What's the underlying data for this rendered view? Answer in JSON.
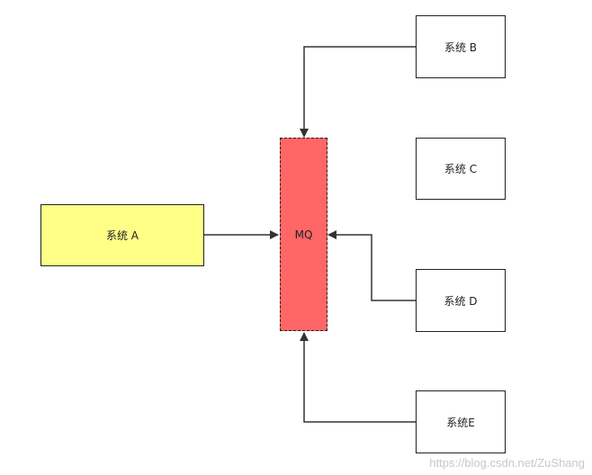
{
  "nodes": {
    "a": "系统 A",
    "b": "系统 B",
    "c": "系统 C",
    "d": "系统 D",
    "e": "系统E",
    "mq": "MQ"
  },
  "watermark": "https://blog.csdn.net/ZuShang",
  "colors": {
    "system_a_fill": "#ffff88",
    "mq_fill": "#ff6666",
    "line": "#333333"
  }
}
